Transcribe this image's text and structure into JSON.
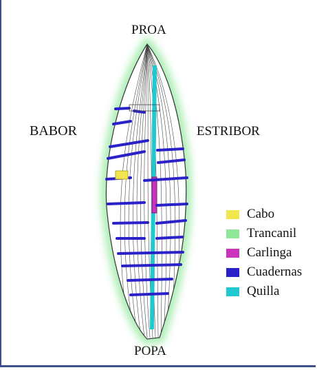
{
  "labels": {
    "bow": "PROA",
    "stern": "POPA",
    "port": "BABOR",
    "starboard": "ESTRIBOR"
  },
  "legend": [
    {
      "label": "Cabo",
      "color": "#f2e64f"
    },
    {
      "label": "Trancanil",
      "color": "#8fe89a"
    },
    {
      "label": "Carlinga",
      "color": "#cc33bb"
    },
    {
      "label": "Cuadernas",
      "color": "#2a22c8"
    },
    {
      "label": "Quilla",
      "color": "#20c8d0"
    }
  ]
}
